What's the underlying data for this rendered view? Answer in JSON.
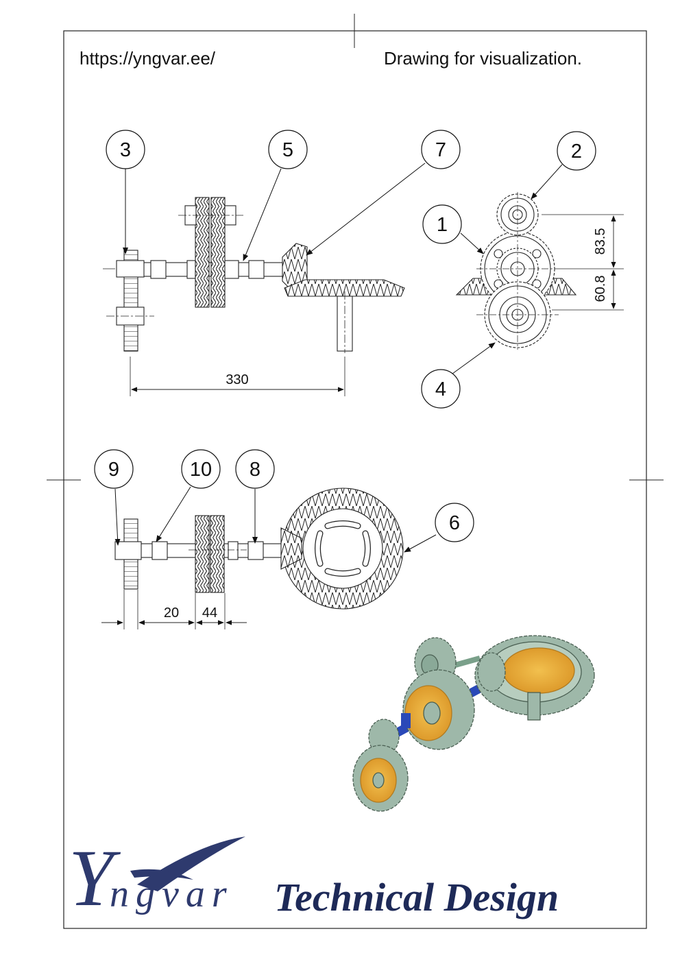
{
  "header": {
    "url": "https://yngvar.ee/",
    "note": "Drawing for visualization."
  },
  "balloons": {
    "b1": "1",
    "b2": "2",
    "b3": "3",
    "b4": "4",
    "b5": "5",
    "b6": "6",
    "b7": "7",
    "b8": "8",
    "b9": "9",
    "b10": "10"
  },
  "dimensions": {
    "d330": "330",
    "d83_5": "83.5",
    "d60_8": "60.8",
    "d20": "20",
    "d44": "44"
  },
  "logo": {
    "mark": "Y",
    "rest": "ngvar",
    "tagline": "Technical Design"
  },
  "colors": {
    "gear_fill": "#9eb8a9",
    "gear_dark": "#54705f",
    "shaft_blue": "#2a49b8",
    "hub_orange": "#e3a23a",
    "logo_navy": "#1e2a58"
  }
}
